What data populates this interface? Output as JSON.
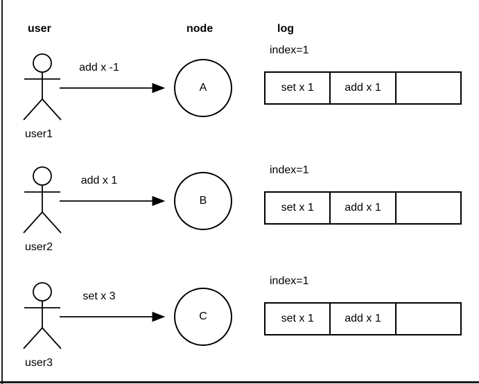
{
  "colors": {
    "stroke": "#000000",
    "background": "#ffffff",
    "text": "#000000"
  },
  "headers": {
    "user": "user",
    "node": "node",
    "log": "log"
  },
  "rows": [
    {
      "user_label": "user1",
      "action_label": "add x -1",
      "node_label": "A",
      "log": {
        "index_label": "index=1",
        "cells": [
          "set x 1",
          "add x 1",
          ""
        ]
      }
    },
    {
      "user_label": "user2",
      "action_label": "add x 1",
      "node_label": "B",
      "log": {
        "index_label": "index=1",
        "cells": [
          "set x 1",
          "add x 1",
          ""
        ]
      }
    },
    {
      "user_label": "user3",
      "action_label": "set x 3",
      "node_label": "C",
      "log": {
        "index_label": "index=1",
        "cells": [
          "set x 1",
          "add x 1",
          ""
        ]
      }
    }
  ]
}
